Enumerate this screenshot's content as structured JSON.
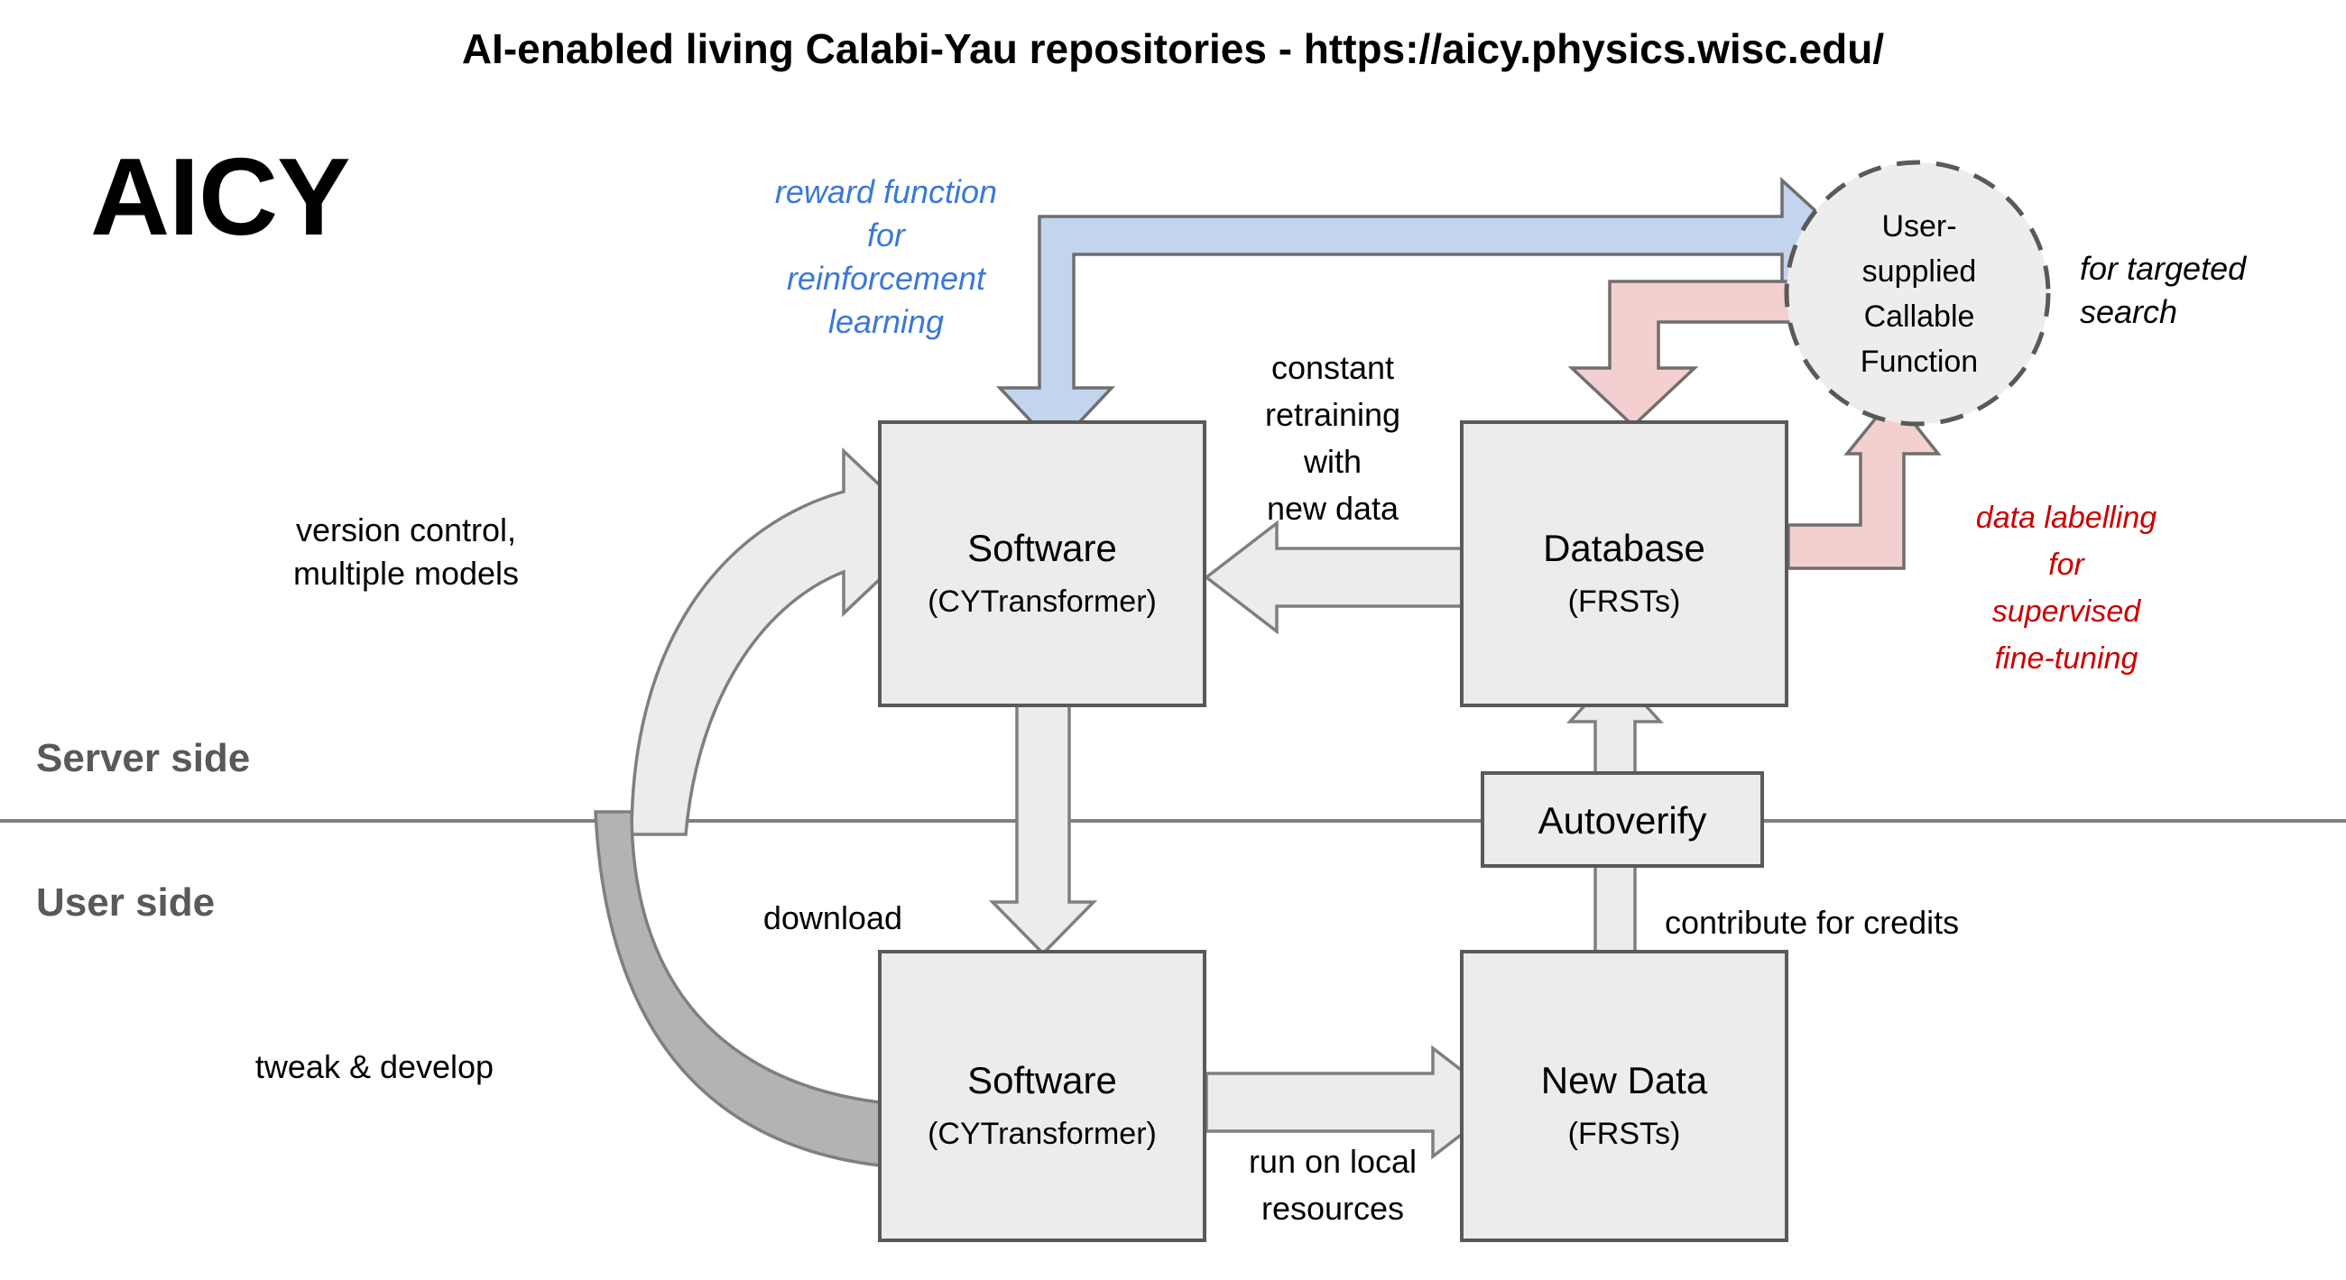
{
  "page": {
    "title": "AI-enabled living Calabi-Yau repositories - https://aicy.physics.wisc.edu/",
    "logo": "AICY",
    "background_color": "#ffffff"
  },
  "zones": {
    "server_side": "Server side",
    "user_side": "User side",
    "divider_color": "#7f7f7f"
  },
  "nodes": {
    "software_server": {
      "title": "Software",
      "subtitle": "(CYTransformer)"
    },
    "database": {
      "title": "Database",
      "subtitle": "(FRSTs)"
    },
    "autoverify": {
      "title": "Autoverify"
    },
    "software_user": {
      "title": "Software",
      "subtitle": "(CYTransformer)"
    },
    "new_data": {
      "title": "New Data",
      "subtitle": "(FRSTs)"
    },
    "callable_function": {
      "line1": "User-",
      "line2": "supplied",
      "line3": "Callable",
      "line4": "Function",
      "style": "dashed-circle"
    }
  },
  "edges": {
    "reward_function": {
      "line1": "reward function",
      "line2": "for",
      "line3": "reinforcement",
      "line4": "learning",
      "color": "#3b78d8",
      "arrow_fill": "#c3d4ef"
    },
    "targeted_search": {
      "line1": "for targeted",
      "line2": "search",
      "color": "#000000"
    },
    "data_labelling": {
      "line1": "data labelling",
      "line2": "for",
      "line3": "supervised",
      "line4": "fine-tuning",
      "color": "#cc0000",
      "arrow_fill": "#f3cfcf"
    },
    "constant_retraining": {
      "line1": "constant",
      "line2": "retraining",
      "line3": "with",
      "line4": "new data"
    },
    "version_control": {
      "line1": "version control,",
      "line2": "multiple models"
    },
    "tweak_develop": {
      "line1": "tweak & develop"
    },
    "download": {
      "line1": "download"
    },
    "run_local": {
      "line1": "run on local",
      "line2": "resources"
    },
    "contribute": {
      "line1": "contribute for credits"
    }
  },
  "chart_data": {
    "type": "diagram",
    "title": "AI-enabled living Calabi-Yau repositories - https://aicy.physics.wisc.edu/",
    "nodes": [
      {
        "id": "software_server",
        "label": "Software (CYTransformer)",
        "zone": "server",
        "shape": "rect"
      },
      {
        "id": "database",
        "label": "Database (FRSTs)",
        "zone": "server",
        "shape": "rect"
      },
      {
        "id": "callable_function",
        "label": "User-supplied Callable Function",
        "zone": "server",
        "shape": "dashed-circle"
      },
      {
        "id": "autoverify",
        "label": "Autoverify",
        "zone": "boundary",
        "shape": "rect"
      },
      {
        "id": "software_user",
        "label": "Software (CYTransformer)",
        "zone": "user",
        "shape": "rect"
      },
      {
        "id": "new_data",
        "label": "New Data (FRSTs)",
        "zone": "user",
        "shape": "rect"
      }
    ],
    "edges": [
      {
        "from": "software_server",
        "to": "callable_function",
        "label": "reward function for reinforcement learning",
        "color": "#c3d4ef",
        "bidirectional": true
      },
      {
        "from": "callable_function",
        "to": "database",
        "label": "",
        "color": "#f3cfcf"
      },
      {
        "from": "database",
        "to": "callable_function",
        "label": "data labelling for supervised fine-tuning",
        "color": "#f3cfcf"
      },
      {
        "from": "database",
        "to": "software_server",
        "label": "constant retraining with new data",
        "color": "#ececec"
      },
      {
        "from": "software_user",
        "to": "software_server",
        "label": "version control, multiple models",
        "color": "#ececec"
      },
      {
        "from": "software_server",
        "to": "software_user",
        "label": "tweak & develop",
        "color": "#b3b3b3"
      },
      {
        "from": "software_server",
        "to": "software_user",
        "label": "download",
        "color": "#ececec"
      },
      {
        "from": "software_user",
        "to": "new_data",
        "label": "run on local resources",
        "color": "#ececec"
      },
      {
        "from": "new_data",
        "to": "autoverify",
        "label": "contribute for credits",
        "color": "#ececec"
      },
      {
        "from": "autoverify",
        "to": "database",
        "label": "",
        "color": "#ececec"
      }
    ]
  }
}
